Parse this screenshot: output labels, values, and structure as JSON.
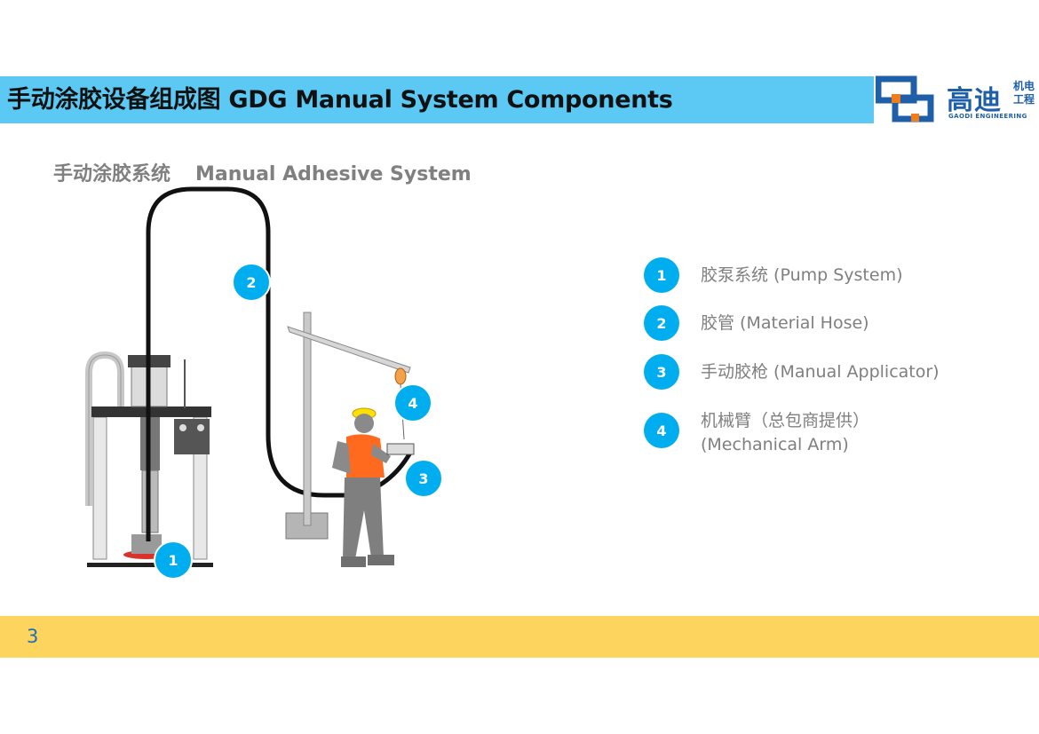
{
  "header": {
    "title": "手动涂胶设备组成图 GDG Manual System Components",
    "logo": {
      "cn": "高迪",
      "sub_line1": "机电",
      "sub_line2": "工程",
      "en": "GAODI ENGINEERING"
    }
  },
  "subtitle": {
    "cn": "手动涂胶系统",
    "en": "Manual Adhesive System"
  },
  "diagram": {
    "callouts": [
      "1",
      "2",
      "3",
      "4"
    ]
  },
  "legend": [
    {
      "num": "1",
      "line1": "胶泵系统 (Pump System)",
      "line2": ""
    },
    {
      "num": "2",
      "line1": "胶管 (Material Hose)",
      "line2": ""
    },
    {
      "num": "3",
      "line1": "手动胶枪 (Manual Applicator)",
      "line2": ""
    },
    {
      "num": "4",
      "line1": "机械臂（总包商提供）",
      "line2": "(Mechanical Arm)"
    }
  ],
  "footer": {
    "page": "3"
  },
  "colors": {
    "title_bar": "#5bc9f3",
    "callout": "#00aeef",
    "footer_bar": "#fdd55e",
    "brand_blue": "#1f5fa8",
    "brand_orange": "#f07d1a"
  }
}
